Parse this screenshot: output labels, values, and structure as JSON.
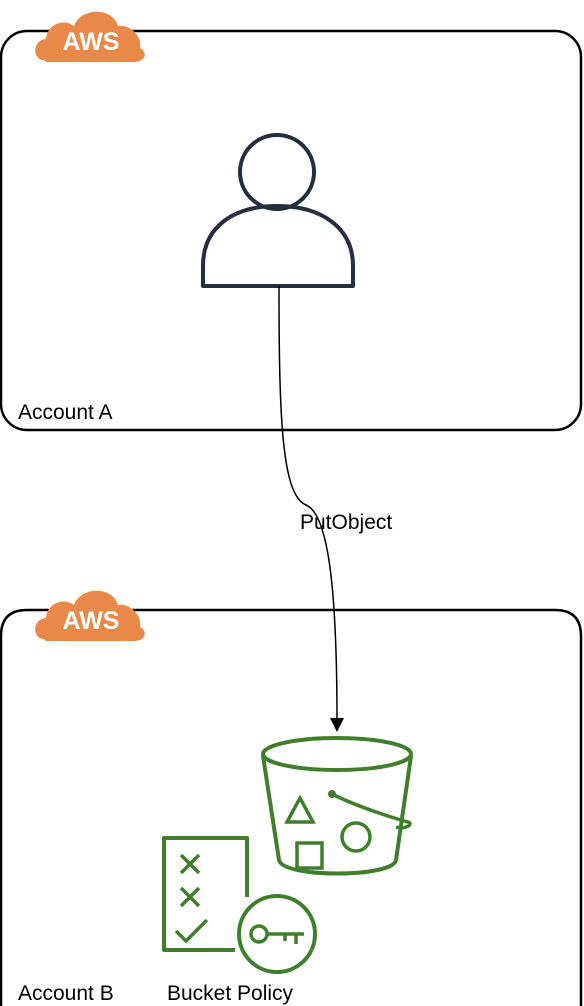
{
  "account_a": {
    "badge": "AWS",
    "label": "Account A"
  },
  "account_b": {
    "badge": "AWS",
    "label": "Account B"
  },
  "edge": {
    "label": "PutObject"
  },
  "policy": {
    "label": "Bucket Policy"
  },
  "icons": {
    "user": "user-icon",
    "bucket": "s3-bucket-icon",
    "policy": "bucket-policy-icon"
  },
  "colors": {
    "aws_orange": "#E8894A",
    "s3_green": "#3F7F2B",
    "user_stroke": "#232F3E",
    "frame": "#000000"
  }
}
